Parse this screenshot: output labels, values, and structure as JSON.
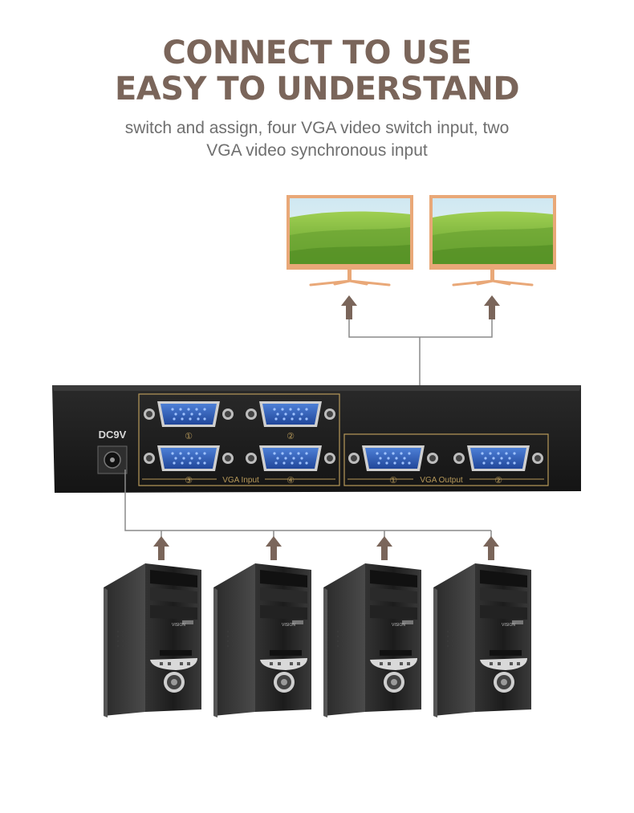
{
  "heading": {
    "line1": "CONNECT TO USE",
    "line2": "EASY TO UNDERSTAND"
  },
  "subtitle": {
    "line1": "switch and assign, four VGA video switch input, two",
    "line2": "VGA video synchronous input"
  },
  "device": {
    "power_label": "DC9V",
    "input_group_label": "VGA Input",
    "output_group_label": "VGA Output",
    "input_ports": [
      "①",
      "②",
      "③",
      "④"
    ],
    "output_ports": [
      "①",
      "②"
    ]
  },
  "computer": {
    "brand_label": "VISION"
  },
  "colors": {
    "heading": "#7a655a",
    "subtitle": "#6f6f6f",
    "arrow": "#7a655a",
    "connector_line": "#8a8a8a",
    "gold_panel_line": "#b89a5a",
    "vga_port": "#2f5fb5",
    "device_body": "#1b1b1b",
    "monitor_frame": "#e7a77a"
  }
}
